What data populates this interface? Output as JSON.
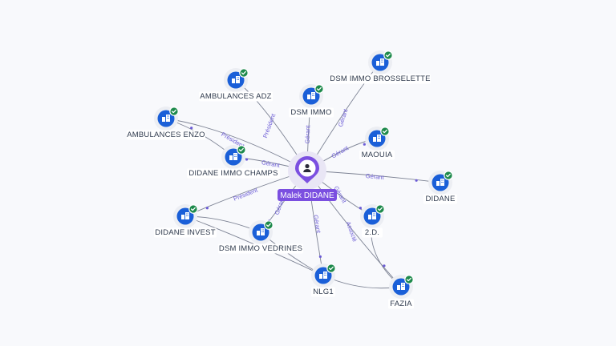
{
  "center": {
    "name": "Malek DIDANE",
    "icon": "person-icon",
    "color": "#7b4fe0"
  },
  "colors": {
    "company_icon": "#1a5fd8",
    "check_badge": "#1e8a4c",
    "edge": "#7d8394",
    "edge_label": "#6b5bd6"
  },
  "companies": [
    {
      "id": "ambulances-adz",
      "label": "AMBULANCES ADZ",
      "relation": "Président",
      "verified": true
    },
    {
      "id": "dsm-immo",
      "label": "DSM IMMO",
      "relation": "Gérant",
      "verified": true
    },
    {
      "id": "dsm-immo-brosselette",
      "label": "DSM IMMO BROSSELETTE",
      "relation": "Gérant",
      "verified": true
    },
    {
      "id": "ambulances-enzo",
      "label": "AMBULANCES ENZO",
      "relation": "Président",
      "verified": true
    },
    {
      "id": "maouia",
      "label": "MAOUIA",
      "relation": "Gérant",
      "verified": true
    },
    {
      "id": "didane-immo-champs",
      "label": "DIDANE IMMO CHAMPS",
      "relation": "Gérant",
      "verified": true
    },
    {
      "id": "didane",
      "label": "DIDANE",
      "relation": "Gérant",
      "verified": true
    },
    {
      "id": "didane-invest",
      "label": "DIDANE INVEST",
      "relation": "Président",
      "verified": true
    },
    {
      "id": "2d",
      "label": "2.D.",
      "relation": "Gérant",
      "verified": true
    },
    {
      "id": "dsm-immo-vedrines",
      "label": "DSM IMMO VEDRINES",
      "relation": "Gérant",
      "verified": true
    },
    {
      "id": "nlg1",
      "label": "NLG1",
      "relation": "Gérant",
      "verified": true
    },
    {
      "id": "fazia",
      "label": "FAZIA",
      "relation": "Associé",
      "verified": true
    }
  ]
}
